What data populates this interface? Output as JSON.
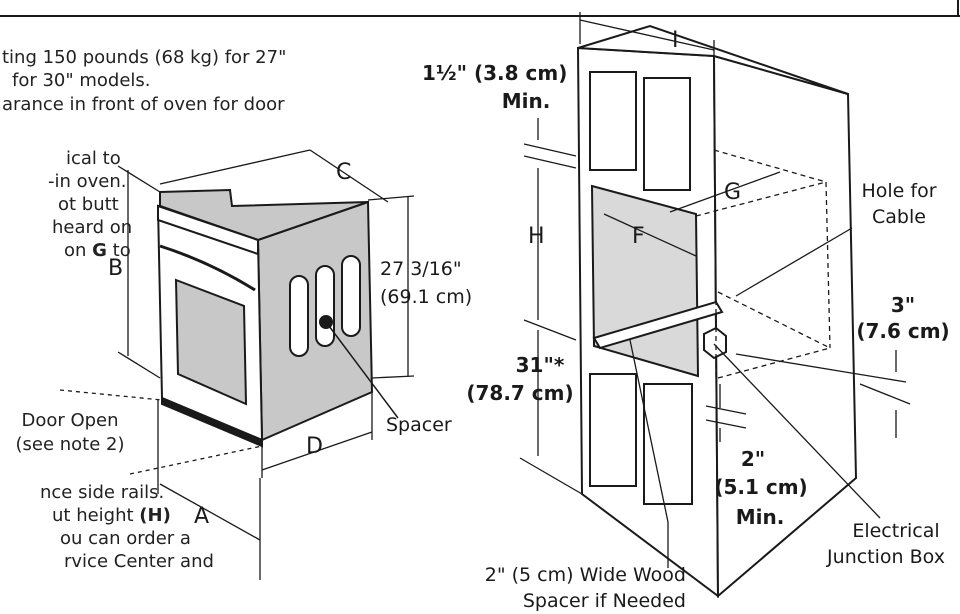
{
  "notes": {
    "line1": "ting 150 pounds (68 kg) for 27\"",
    "line2": "for 30\" models.",
    "line3": "arance in front of oven for door",
    "line4": "ical to",
    "line5": "-in oven.",
    "line6": "ot butt",
    "line7": "heard on",
    "line8_pre": "on ",
    "line8_bold": "G",
    "line8_post": " to",
    "line9": "nce side rails.",
    "line10_pre": "ut height ",
    "line10_bold": "(H)",
    "line11": "ou can order a",
    "line12": "rvice Center and"
  },
  "oven": {
    "label_a": "A",
    "label_b": "B",
    "label_c": "C",
    "label_d": "D",
    "height_in": "27 3/16\"",
    "height_cm": "(69.1 cm)",
    "spacer": "Spacer",
    "door_open": "Door Open",
    "see_note": "(see note 2)"
  },
  "cabinet": {
    "label_i": "I",
    "label_g": "G",
    "label_f": "F",
    "label_h": "H",
    "top_clear_in": "1½\" (3.8 cm)",
    "top_clear_min": "Min.",
    "bottom_in": "31\"*",
    "bottom_cm": "(78.7 cm)",
    "hole_line1": "Hole for",
    "hole_line2": "Cable",
    "side_in": "3\"",
    "side_cm": "(7.6 cm)",
    "low_in": "2\"",
    "low_cm": "(5.1 cm)",
    "low_min": "Min.",
    "junction_line1": "Electrical",
    "junction_line2": "Junction Box",
    "wood_line1": "2\" (5 cm) Wide Wood",
    "wood_line2": "Spacer if Needed"
  },
  "colors": {
    "line": "#1a1a1a",
    "shade": "#c8c8c8",
    "cabinet_shade": "#d9d9d9"
  }
}
